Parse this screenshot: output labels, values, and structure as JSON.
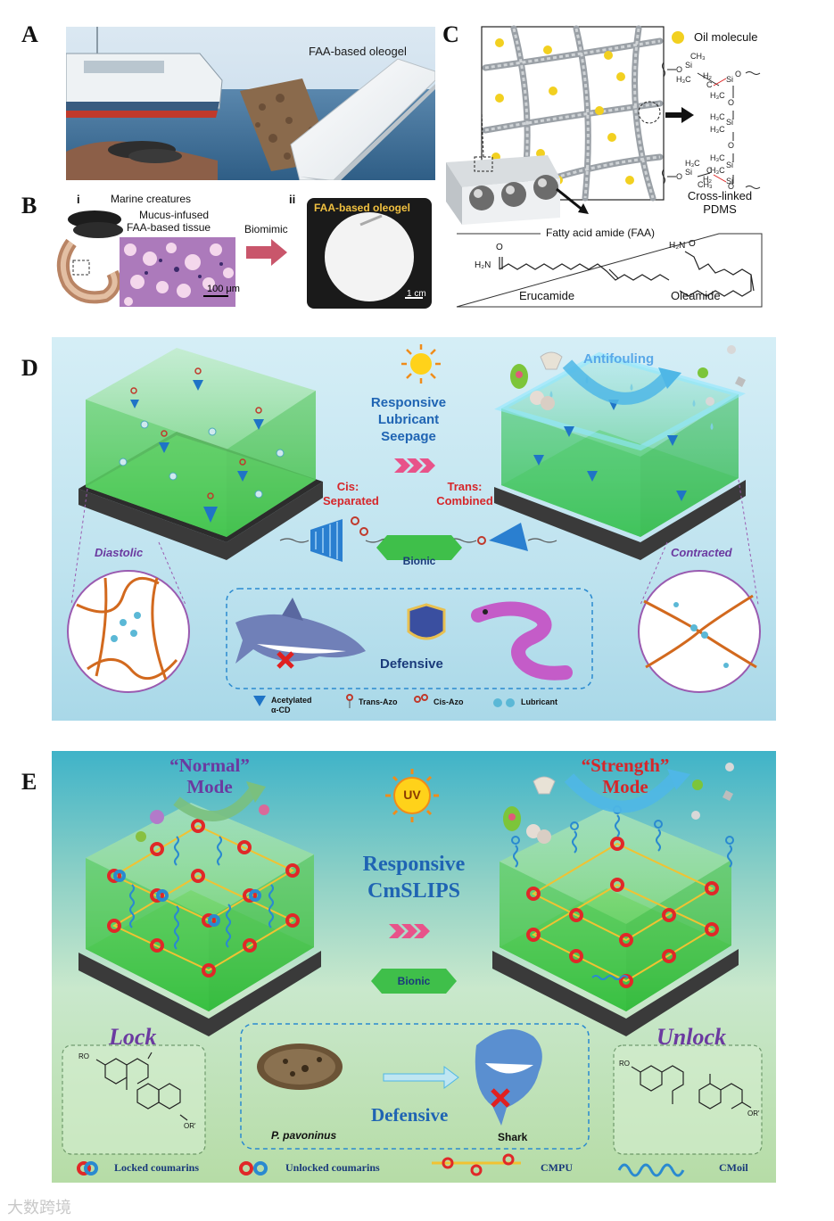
{
  "panel_labels": {
    "a": "A",
    "b": "B",
    "c": "C",
    "d": "D",
    "e": "E"
  },
  "panelA": {
    "oleogel_label": "FAA-based oleogel"
  },
  "panelB": {
    "sub_i": "i",
    "sub_ii": "ii",
    "marine_creatures": "Marine creatures",
    "tissue_line1": "Mucus-infused",
    "tissue_line2": "FAA-based tissue",
    "scale_tissue": "100 μm",
    "biomimic": "Biomimic",
    "oleogel_label": "FAA-based oleogel",
    "scale_cm": "1 cm"
  },
  "panelC": {
    "oil_molecule": "Oil molecule",
    "crosslinked_line1": "Cross-linked",
    "crosslinked_line2": "PDMS",
    "faa_title": "Fatty acid amide (FAA)",
    "erucamide": "Erucamide",
    "oleamide": "Oleamide",
    "h2n_1": "H₂N",
    "h2n_2": "H₂N",
    "o_1": "O",
    "o_2": "O"
  },
  "panelD": {
    "responsive_line1": "Responsive",
    "responsive_line2": "Lubricant",
    "responsive_line3": "Seepage",
    "antifouling": "Antifouling",
    "cis_line1": "Cis:",
    "cis_line2": "Separated",
    "trans_line1": "Trans:",
    "trans_line2": "Combined",
    "bionic": "Bionic",
    "diastolic": "Diastolic",
    "contracted": "Contracted",
    "defensive": "Defensive",
    "legend_cd_line1": "Acetylated",
    "legend_cd_line2": "α-CD",
    "legend_trans": "Trans-Azo",
    "legend_cis": "Cis-Azo",
    "legend_lub": "Lubricant"
  },
  "panelE": {
    "normal_line1": "“Normal”",
    "normal_line2": "Mode",
    "strength_line1": "“Strength”",
    "strength_line2": "Mode",
    "uv": "UV",
    "responsive_line1": "Responsive",
    "responsive_line2": "CmSLIPS",
    "bionic": "Bionic",
    "lock": "Lock",
    "unlock": "Unlock",
    "defensive": "Defensive",
    "p_pavoninus": "P. pavoninus",
    "shark": "Shark",
    "ro_1": "RO",
    "or_1": "OR'",
    "ro_2": "RO",
    "or_2": "OR'",
    "legend_locked": "Locked coumarins",
    "legend_unlocked": "Unlocked coumarins",
    "legend_cmpu": "CMPU",
    "legend_cmoil": "CMoil"
  },
  "watermark": {
    "text": "大数跨境"
  },
  "colors": {
    "panelD_bg": "#bfe3ef",
    "panelE_bg": "#c9e8cc",
    "gel_green": "#5fd06a",
    "accent_blue": "#2a6fc0",
    "accent_red": "#d6262a",
    "arrow_pink": "#e0487e",
    "text_blue": "#1f64b3",
    "purple": "#6b3aa0"
  }
}
